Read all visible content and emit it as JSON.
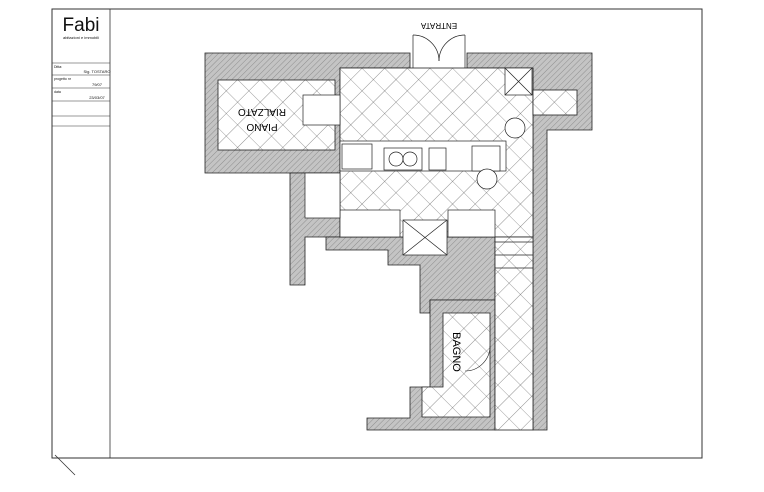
{
  "title_block": {
    "logo": "Fabi",
    "logo_subtitle": "abitazioni e immobili",
    "fields": [
      {
        "label": "Ditta:",
        "value": "Sig. TOSTARO"
      },
      {
        "label": "progetto nr",
        "value": "79/07"
      },
      {
        "label": "data",
        "value": "23/03/07"
      }
    ]
  },
  "plan": {
    "entrance_label": "ENTRATA",
    "room_label_line1": "PIANO",
    "room_label_line2": "RIALZATO",
    "bathroom_label": "BAGNO"
  },
  "colors": {
    "wall": "#b9b9b9",
    "line": "#222222"
  }
}
